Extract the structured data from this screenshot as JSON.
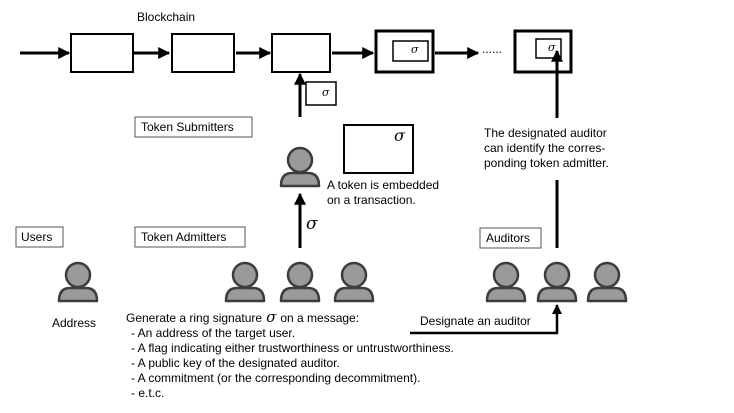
{
  "blockchain": {
    "label": "Blockchain",
    "ellipsis": "......"
  },
  "sigma": "σ",
  "roles": {
    "users": "Users",
    "token_submitters": "Token Submitters",
    "token_admitters": "Token Admitters",
    "auditors": "Auditors"
  },
  "users": {
    "address_label": "Address"
  },
  "token_note": {
    "line1": "A token is embedded",
    "line2": "on a transaction."
  },
  "auditor_note": {
    "line1": "The designated auditor",
    "line2": "can identify the corres-",
    "line3": "ponding token admitter."
  },
  "designate": "Designate an auditor",
  "ring_signature": {
    "intro_before": "Generate a ring signature",
    "intro_after": "on a message:",
    "items": [
      "- An address of the target user.",
      "- A flag indicating either trustworthiness or untrustworthiness.",
      "- A public key of the designated auditor.",
      "- A commitment (or the corresponding decommitment).",
      "- e.t.c."
    ]
  },
  "colors": {
    "person_fill": "#9a9a9a",
    "person_stroke": "#3c3c3c",
    "line": "#000000"
  }
}
